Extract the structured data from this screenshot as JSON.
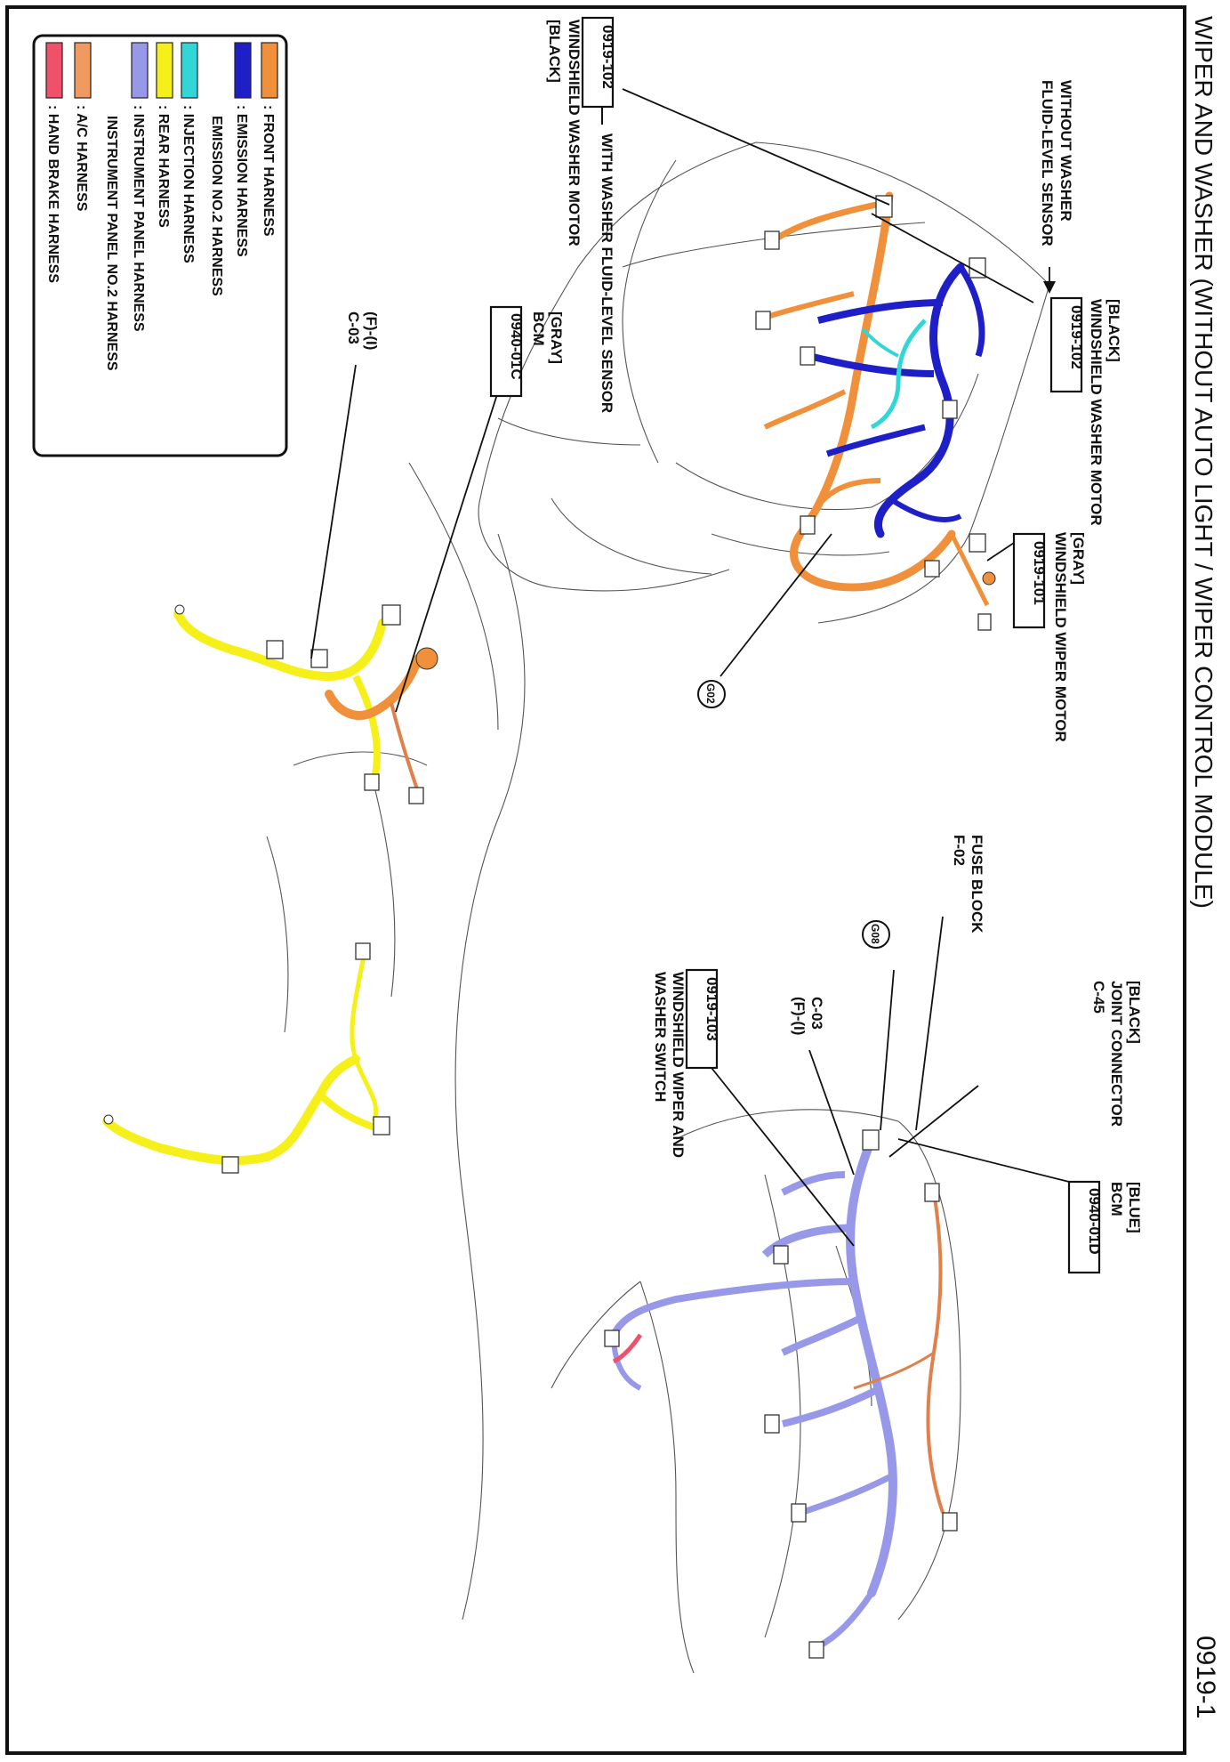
{
  "page": {
    "title": "WIPER AND WASHER (WITHOUT AUTO LIGHT / WIPER CONTROL MODULE)",
    "page_number": "0919-1"
  },
  "legend": [
    {
      "label": ": FRONT HARNESS",
      "color": "#f0903a"
    },
    {
      "label": ": EMISSION HARNESS",
      "color": "#1f1fc8"
    },
    {
      "label": "EMISSION NO.2 HARNESS",
      "color": ""
    },
    {
      "label": ": INJECTION HARNESS",
      "color": "#33d6d6"
    },
    {
      "label": ": REAR HARNESS",
      "color": "#f5f01a"
    },
    {
      "label": ": INSTRUMENT PANEL HARNESS",
      "color": "#9898e8"
    },
    {
      "label": "INSTRUMENT PANEL NO.2 HARNESS",
      "color": ""
    },
    {
      "label": ": A/C HARNESS",
      "color": "#f09a62"
    },
    {
      "label": ": HAND BRAKE HARNESS",
      "color": "#f0506a"
    }
  ],
  "callouts": {
    "c102_black_right": {
      "color": "[BLACK]",
      "name": "WINDSHIELD WASHER MOTOR",
      "code": "0919-102"
    },
    "without_washer_sensor": {
      "line1": "WITHOUT WASHER",
      "line2": "FLUID-LEVEL SENSOR"
    },
    "c102_black_left": {
      "code": "0919-102",
      "name": "WINDSHIELD WASHER MOTOR",
      "color": "[BLACK]"
    },
    "with_washer_sensor": "WITH WASHER FLUID-LEVEL SENSOR",
    "c101_gray": {
      "color": "[GRAY]",
      "name": "WINDSHIELD WIPER MOTOR",
      "code": "0919-101"
    },
    "g02": "G02",
    "bcm_gray": {
      "color": "[GRAY]",
      "name": "BCM",
      "code": "0940-01C"
    },
    "f_i_c03_left": {
      "line1": "(F)-(I)",
      "line2": "C-03"
    },
    "bcm_blue": {
      "color": "[BLUE]",
      "name": "BCM",
      "code": "0940-01D"
    },
    "joint_connector": {
      "color": "[BLACK]",
      "name": "JOINT CONNECTOR",
      "code": "C-45"
    },
    "fuse_block": {
      "name": "FUSE BLOCK",
      "code": "F-02"
    },
    "g08": "G08",
    "c03_right": {
      "line1": "C-03",
      "line2": "(F)-(I)"
    },
    "c103": {
      "code": "0919-103",
      "line1": "WINDSHIELD WIPER AND",
      "line2": "WASHER SWITCH"
    }
  }
}
